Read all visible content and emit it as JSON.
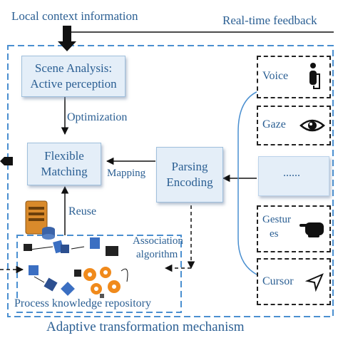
{
  "labels": {
    "local_context": "Local context information",
    "realtime_feedback": "Real-time feedback",
    "optimization": "Optimization",
    "mapping": "Mapping",
    "reuse": "Reuse",
    "association_1": "Association",
    "association_2": "algorithm",
    "repository": "Process knowledge repository",
    "mechanism": "Adaptive transformation mechanism"
  },
  "boxes": {
    "scene_line1": "Scene Analysis:",
    "scene_line2": "Active perception",
    "flexible_line1": "Flexible",
    "flexible_line2": "Matching",
    "parsing_line1": "Parsing",
    "parsing_line2": "Encoding"
  },
  "modalities": {
    "voice": "Voice",
    "gaze": "Gaze",
    "more": "......",
    "gestures_line1": "Gestur",
    "gestures_line2": "es",
    "cursor": "Cursor"
  },
  "icons": [
    "microphone-icon",
    "eye-icon",
    "pointing-hand-icon",
    "cursor-arrow-icon",
    "server-icon",
    "gear-icon"
  ],
  "colors": {
    "text_blue": "#2b5f93",
    "dashed_blue": "#4a8fd0",
    "box_fill": "#e4eef8",
    "gear_orange": "#f08a1c"
  }
}
